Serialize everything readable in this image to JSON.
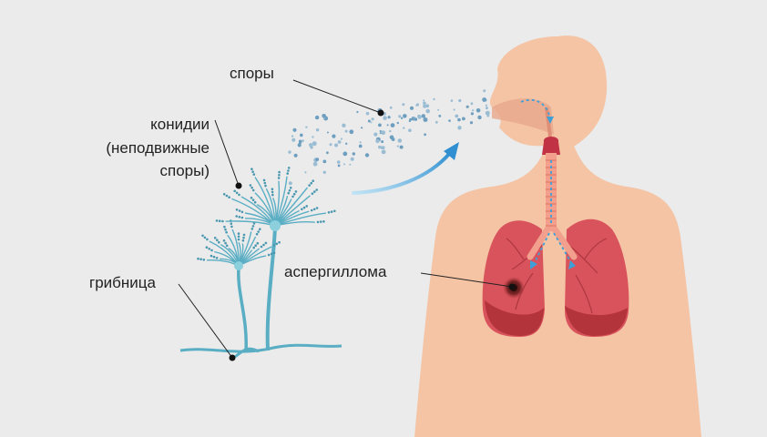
{
  "labels": {
    "spores": "споры",
    "conidia_line1": "конидии",
    "conidia_line2": "(неподвижные",
    "conidia_line3": "споры)",
    "mycelium": "грибница",
    "aspergilloma": "аспергиллома"
  },
  "colors": {
    "background": "#ebebeb",
    "skin": "#f4c4a5",
    "fungus": "#5aaec4",
    "lung": "#d9535c",
    "trachea": "#f2a08d",
    "arrow": "#3fa0d8",
    "leader_line": "#222222"
  }
}
